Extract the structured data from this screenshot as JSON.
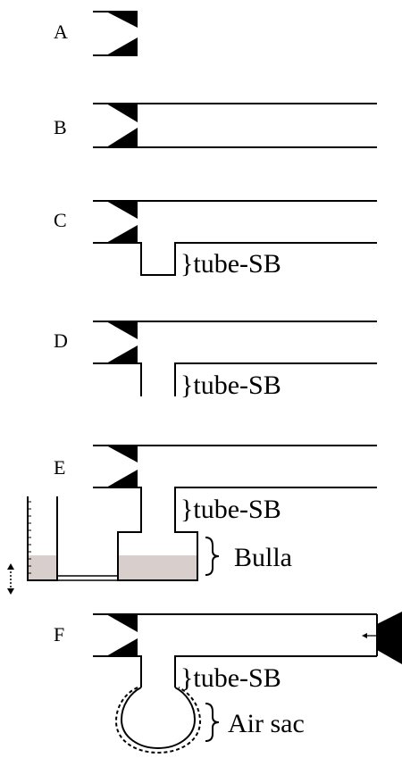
{
  "diagram": {
    "panels": [
      {
        "id": "A",
        "letter": "A"
      },
      {
        "id": "B",
        "letter": "B"
      },
      {
        "id": "C",
        "letter": "C",
        "label": "}tube-SB"
      },
      {
        "id": "D",
        "letter": "D",
        "label": "}tube-SB"
      },
      {
        "id": "E",
        "letter": "E",
        "label": "}tube-SB",
        "bulla_label": "Bulla"
      },
      {
        "id": "F",
        "letter": "F",
        "label": "}tube-SB",
        "airsac_label": "Air sac"
      }
    ]
  },
  "colors": {
    "line": "#000000",
    "liquid": "#d8cfcd",
    "background": "#ffffff"
  }
}
